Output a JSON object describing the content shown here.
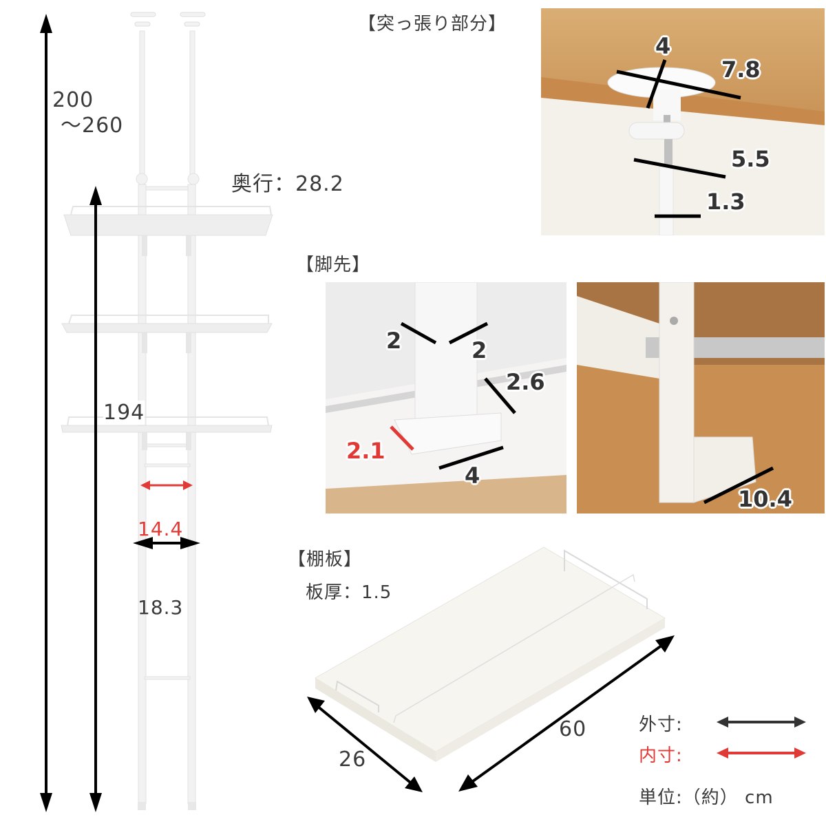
{
  "overall": {
    "total_height_label_line1": "200",
    "total_height_label_line2": "～260",
    "shelf_height_label": "194",
    "depth_label": "奥行：28.2",
    "inner_width_label": "14.4",
    "outer_width_label": "18.3"
  },
  "tension_section": {
    "title": "【突っ張り部分】",
    "dims": {
      "pad_height": "4",
      "pad_width": "7.8",
      "knob_width": "5.5",
      "pole_diameter": "1.3"
    }
  },
  "foot_section": {
    "title": "【脚先】",
    "photo1_dims": {
      "post_side_a": "2",
      "post_side_b": "2",
      "bracket_depth": "2.6",
      "inner_slot": "2.1",
      "bracket_width": "4"
    },
    "photo2_dims": {
      "foot_length": "10.4"
    }
  },
  "shelf_section": {
    "title": "【棚板】",
    "thickness_label": "板厚：1.5",
    "width_label": "60",
    "depth_label": "26"
  },
  "legend": {
    "outer_label": "外寸:",
    "inner_label": "内寸:",
    "unit_label": "単位:（約） cm",
    "outer_color": "#333333",
    "inner_color": "#e03a36"
  }
}
